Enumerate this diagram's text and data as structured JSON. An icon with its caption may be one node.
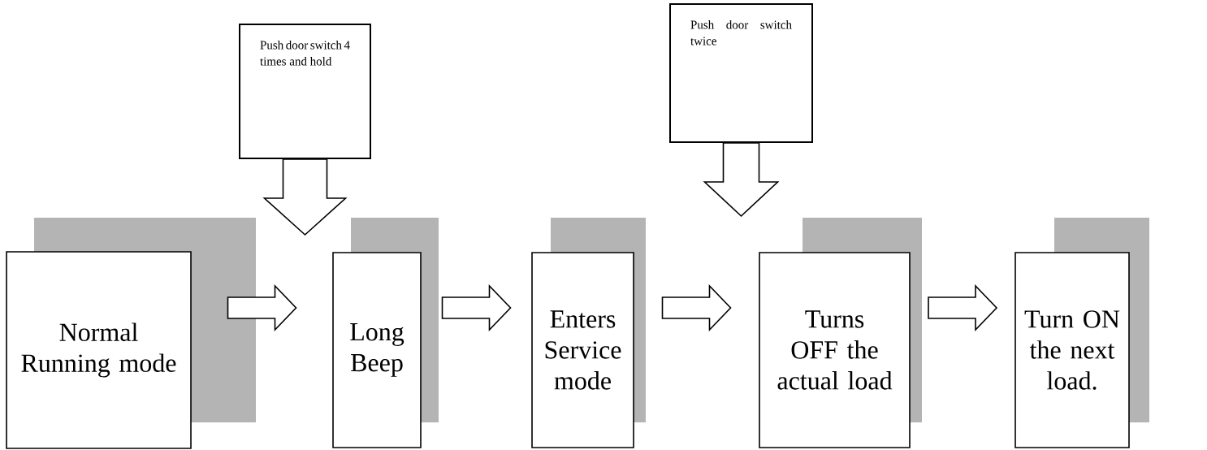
{
  "diagram": {
    "nodes": [
      {
        "text": [
          "Normal Running mode"
        ]
      },
      {
        "text": [
          "Long Beep"
        ]
      },
      {
        "text": [
          "Enters Service mode"
        ]
      },
      {
        "text": [
          "Turns OFF the actual load"
        ]
      },
      {
        "text": [
          "Turn ON the next load."
        ]
      },
      {
        "text": [
          "Push door switch 4 times and hold"
        ]
      },
      {
        "text": [
          "Push door switch twice"
        ]
      }
    ],
    "edges": [
      {
        "from": 0,
        "to": 1,
        "arrow": "to"
      },
      {
        "from": 1,
        "to": 2,
        "arrow": "to"
      },
      {
        "from": 2,
        "to": 3,
        "arrow": "to"
      },
      {
        "from": 3,
        "to": 4,
        "arrow": "to"
      },
      {
        "from": 5,
        "to": null,
        "arrow": "to"
      },
      {
        "from": 6,
        "to": null,
        "arrow": "to"
      }
    ]
  }
}
